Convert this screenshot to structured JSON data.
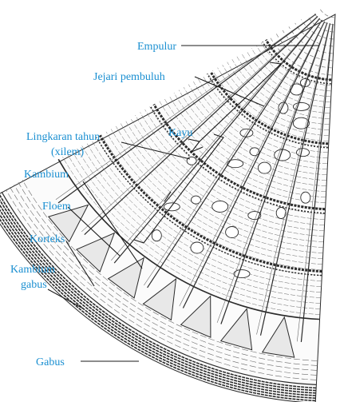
{
  "colors": {
    "label": "#1a8fd1",
    "line": "#1a1a1a",
    "tissue": "#2a2a2a",
    "tissue_light": "#6a6a6a",
    "background": "#ffffff"
  },
  "labels": {
    "empulur": "Empulur",
    "jejari_pembuluh": "Jejari pembuluh",
    "kayu": "Kayu",
    "lingkaran_tahun_1": "Lingkaran tahun",
    "lingkaran_tahun_2": "(xilem)",
    "kambium": "Kambium",
    "floem": "Floem",
    "korteks": "Korteks",
    "kambium_gabus_1": "Kambium",
    "kambium_gabus_2": "gabus",
    "gabus": "Gabus"
  }
}
